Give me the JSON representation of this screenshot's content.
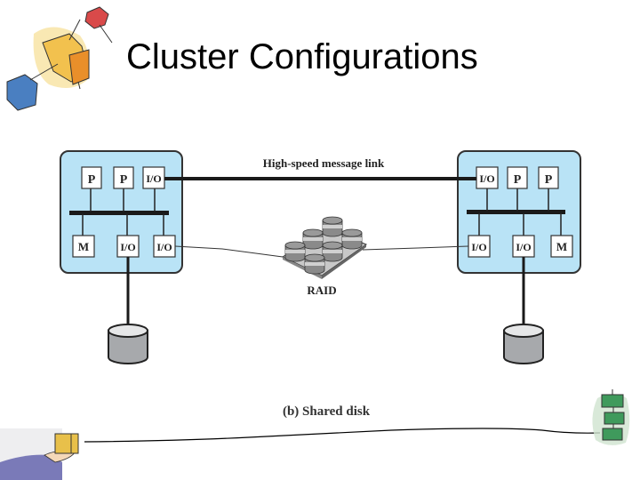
{
  "slide": {
    "title": "Cluster Configurations"
  },
  "diagram": {
    "link_label": "High-speed message link",
    "storage_label": "RAID",
    "caption": "(b) Shared disk",
    "left_node": {
      "top_row": [
        "P",
        "P",
        "I/O"
      ],
      "bottom_row": [
        "M",
        "I/O",
        "I/O"
      ]
    },
    "right_node": {
      "top_row": [
        "I/O",
        "P",
        "P"
      ],
      "bottom_row": [
        "I/O",
        "I/O",
        "M"
      ]
    },
    "colors": {
      "node_fill": "#b9e3f6",
      "node_border": "#333333",
      "bus": "#1a1a1a",
      "disk_body": "#a7a9ac",
      "disk_top": "#e6e7e8"
    }
  },
  "decorations": {
    "top_left": "clipart-cubes-icon",
    "bottom_left": "clipart-hand-holding-cube-icon",
    "bottom_right": "clipart-stacked-blocks-icon"
  }
}
